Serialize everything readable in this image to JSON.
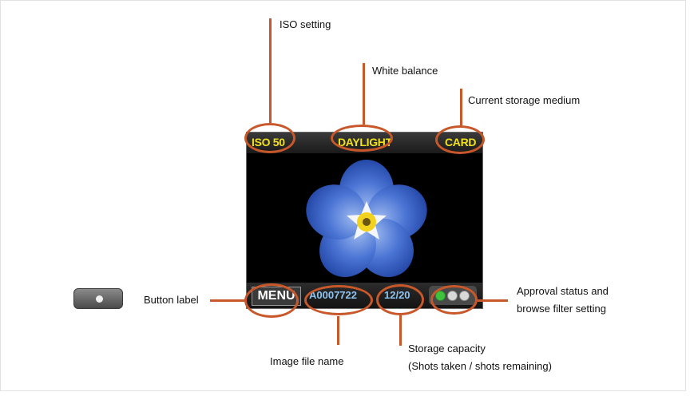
{
  "annotations": {
    "iso_setting": "ISO setting",
    "white_balance": "White balance",
    "current_storage": "Current storage medium",
    "button_label": "Button label",
    "approval_line1": "Approval status and",
    "approval_line2": "browse filter setting",
    "image_file_name": "Image file name",
    "storage_line1": "Storage capacity",
    "storage_line2": "(Shots taken / shots remaining)"
  },
  "screen": {
    "iso": "ISO 50",
    "white_balance": "DAYLIGHT",
    "storage": "CARD",
    "menu": "MENU",
    "file_name": "A0007722",
    "capacity": "12/20"
  },
  "colors": {
    "callout": "#c8582a",
    "status_text": "#f0e020",
    "info_text": "#8fc4f0",
    "approval_green": "#3cc23c"
  }
}
